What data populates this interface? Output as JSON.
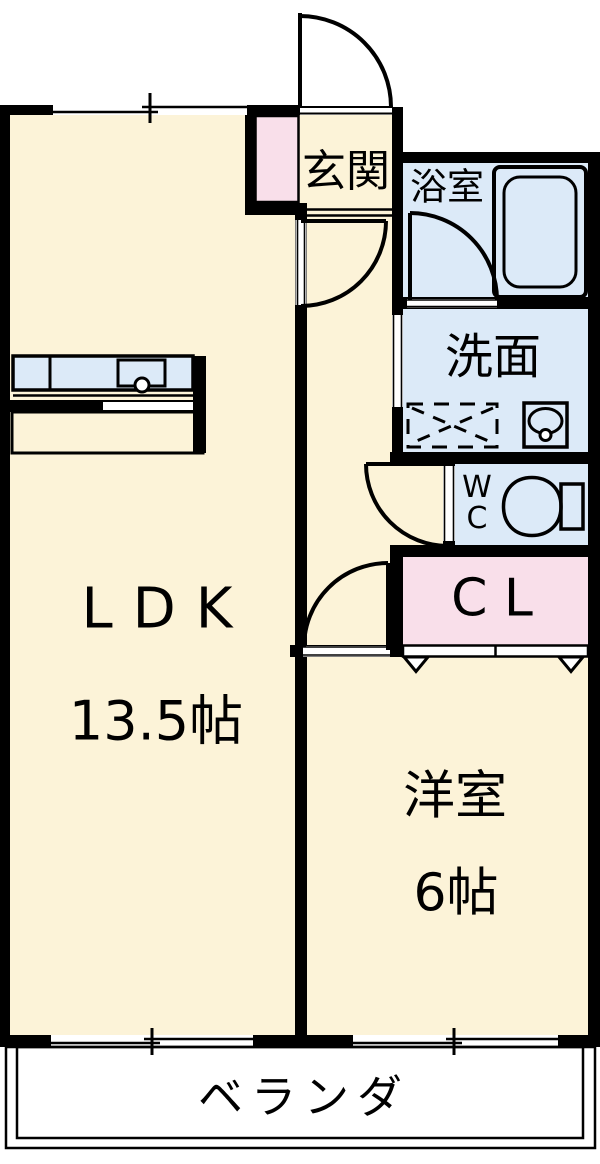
{
  "colors": {
    "wall": "#000000",
    "cream": "#FCF3D8",
    "pink": "#F9DFEA",
    "blue": "#DCEAF8",
    "white": "#FFFFFF"
  },
  "rooms": {
    "ldk": {
      "label": "LDK",
      "size": "13.5帖"
    },
    "western": {
      "label": "洋室",
      "size": "6帖"
    },
    "entrance": {
      "label": "玄関"
    },
    "bathroom": {
      "label": "浴室"
    },
    "washroom": {
      "label": "洗面"
    },
    "wc": {
      "line1": "W",
      "line2": "C"
    },
    "closet": {
      "label": "C L"
    },
    "veranda": {
      "label": "ベランダ"
    }
  }
}
